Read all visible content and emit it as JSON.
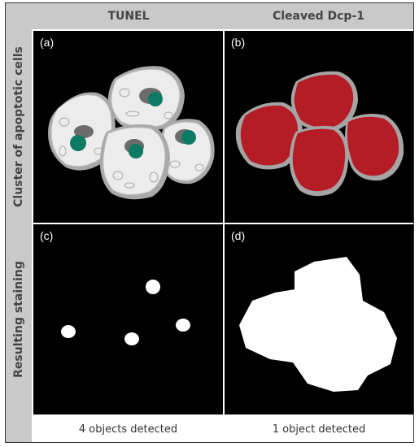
{
  "columns": {
    "tunel": "TUNEL",
    "dcp1": "Cleaved Dcp-1"
  },
  "rows": {
    "cluster": "Cluster of apoptotic cells",
    "staining": "Resulting staining"
  },
  "panels": {
    "a": "(a)",
    "b": "(b)",
    "c": "(c)",
    "d": "(d)"
  },
  "footer": {
    "tunel_count": "4 objects detected",
    "dcp1_count": "1 object detected"
  },
  "colors": {
    "nucleus": "#0d7a63",
    "cytoplasm": "#b51d26",
    "cell_body": "#ececec",
    "membrane": "#9a9a9a"
  }
}
